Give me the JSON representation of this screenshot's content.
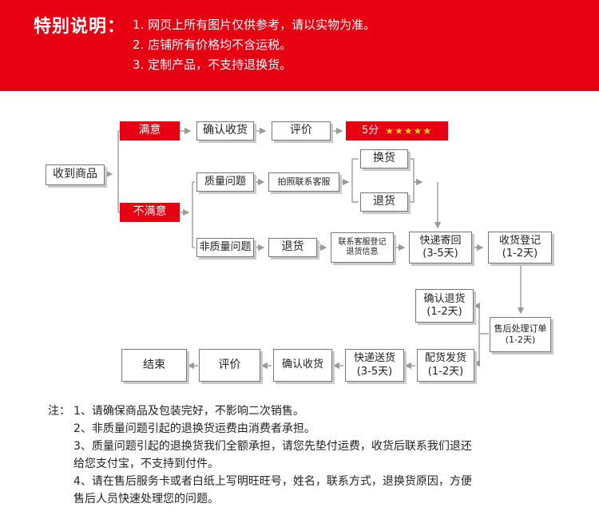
{
  "banner": {
    "title": "特别说明：",
    "items": [
      "1. 网页上所有图片仅供参考，请以实物为准。",
      "2. 店铺所有价格均不含运税。",
      "3. 定制产品，不支持退换货。"
    ]
  },
  "flow": {
    "receive": "收到商品",
    "satisfied": "满意",
    "unsatisfied": "不满意",
    "confirm_receipt": "确认收货",
    "review_top": "评价",
    "score": "5分",
    "stars": "★★★★★",
    "quality_issue": "质量问题",
    "photo_contact": "拍照联系客服",
    "exchange": "换货",
    "return_top": "退货",
    "non_quality_issue": "非质量问题",
    "return_mid": "退货",
    "contact_register_line1": "联系客服登记",
    "contact_register_line2": "退货信息",
    "express_return_line1": "快递寄回",
    "express_return_line2": "(3-5天)",
    "receipt_register_line1": "收货登记",
    "receipt_register_line2": "(1-2天)",
    "confirm_return_line1": "确认退货",
    "confirm_return_line2": "(1-2天)",
    "aftersale_line1": "售后处理订单",
    "aftersale_line2": "(1-2天)",
    "ship_line1": "配货发货",
    "ship_line2": "(1-2天)",
    "express_ship_line1": "快递送货",
    "express_ship_line2": "(3-5天)",
    "confirm_receipt_bottom": "确认收货",
    "review_bottom": "评价",
    "end": "结束"
  },
  "notes": {
    "prefix": "注：",
    "lines": [
      "1、请确保商品及包装完好，不影响二次销售。",
      "2、非质量问题引起的退换货运费由消费者承担。",
      "3、质量问题引起的退换货我们全额承担，请您先垫付运费，收货后联系我们退还",
      "给您支付宝，不支持到付件。",
      "4、请在售后服务卡或者白纸上写明旺旺号，姓名，联系方式，退换货原因，方便",
      "售后人员快速处理您的问题。"
    ]
  },
  "colors": {
    "accent_red": "#e60012",
    "star_yellow": "#ffd700",
    "arrow_gray": "#9a9a9a"
  }
}
